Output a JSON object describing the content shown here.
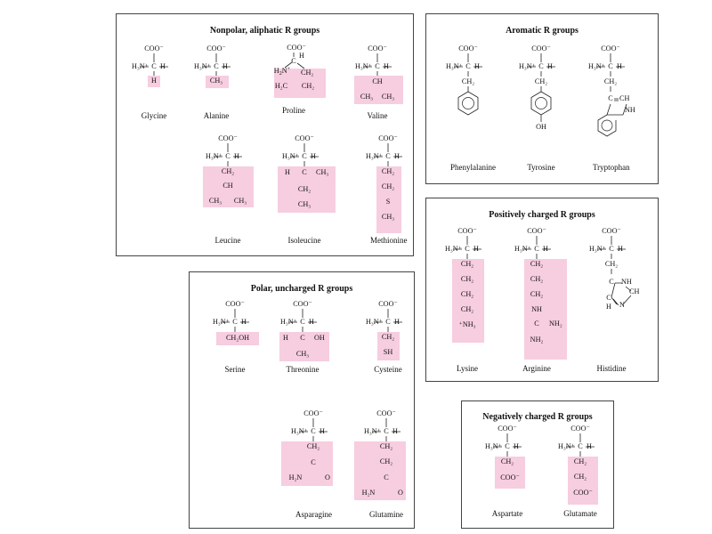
{
  "highlight_color": "#f7cde0",
  "groups": {
    "nonpolar": "Nonpolar, aliphatic R groups",
    "aromatic": "Aromatic R groups",
    "positive": "Positively charged R groups",
    "polar": "Polar, uncharged R groups",
    "negative": "Negatively charged R groups"
  },
  "backbone": {
    "carboxylate": "COO⁻",
    "amino": "H₃N⁺",
    "h": "H",
    "c": "C"
  },
  "amino_acids": [
    {
      "name": "Glycine",
      "group": "nonpolar",
      "side_chain": [
        "H"
      ]
    },
    {
      "name": "Alanine",
      "group": "nonpolar",
      "side_chain": [
        "CH₃"
      ]
    },
    {
      "name": "Proline",
      "group": "nonpolar",
      "side_chain": [
        "CH₂",
        "H₂C",
        "CH₂"
      ]
    },
    {
      "name": "Valine",
      "group": "nonpolar",
      "side_chain": [
        "CH",
        "CH₃",
        "CH₃"
      ]
    },
    {
      "name": "Leucine",
      "group": "nonpolar",
      "side_chain": [
        "CH₂",
        "CH",
        "CH₃",
        "CH₃"
      ]
    },
    {
      "name": "Isoleucine",
      "group": "nonpolar",
      "side_chain": [
        "H",
        "C",
        "CH₃",
        "CH₂",
        "CH₃"
      ]
    },
    {
      "name": "Methionine",
      "group": "nonpolar",
      "side_chain": [
        "CH₂",
        "CH₂",
        "S",
        "CH₃"
      ]
    },
    {
      "name": "Phenylalanine",
      "group": "aromatic",
      "side_chain": [
        "CH₂"
      ]
    },
    {
      "name": "Tyrosine",
      "group": "aromatic",
      "side_chain": [
        "CH₂",
        "OH"
      ]
    },
    {
      "name": "Tryptophan",
      "group": "aromatic",
      "side_chain": [
        "CH₂",
        "C",
        "CH",
        "NH"
      ]
    },
    {
      "name": "Lysine",
      "group": "positive",
      "side_chain": [
        "CH₂",
        "CH₂",
        "CH₂",
        "CH₂",
        "⁺NH₃"
      ]
    },
    {
      "name": "Arginine",
      "group": "positive",
      "side_chain": [
        "CH₂",
        "CH₂",
        "CH₂",
        "NH",
        "C",
        "NH₂",
        "NH₂"
      ]
    },
    {
      "name": "Histidine",
      "group": "positive",
      "side_chain": [
        "CH₂",
        "C",
        "NH",
        "CH",
        "N",
        "C",
        "H"
      ]
    },
    {
      "name": "Serine",
      "group": "polar",
      "side_chain": [
        "CH₂OH"
      ]
    },
    {
      "name": "Threonine",
      "group": "polar",
      "side_chain": [
        "H",
        "C",
        "OH",
        "CH₃"
      ]
    },
    {
      "name": "Cysteine",
      "group": "polar",
      "side_chain": [
        "CH₂",
        "SH"
      ]
    },
    {
      "name": "Asparagine",
      "group": "polar",
      "side_chain": [
        "CH₂",
        "C",
        "H₂N",
        "O"
      ]
    },
    {
      "name": "Glutamine",
      "group": "polar",
      "side_chain": [
        "CH₂",
        "CH₂",
        "C",
        "H₂N",
        "O"
      ]
    },
    {
      "name": "Aspartate",
      "group": "negative",
      "side_chain": [
        "CH₂",
        "COO⁻"
      ]
    },
    {
      "name": "Glutamate",
      "group": "negative",
      "side_chain": [
        "CH₂",
        "CH₂",
        "COO⁻"
      ]
    }
  ]
}
